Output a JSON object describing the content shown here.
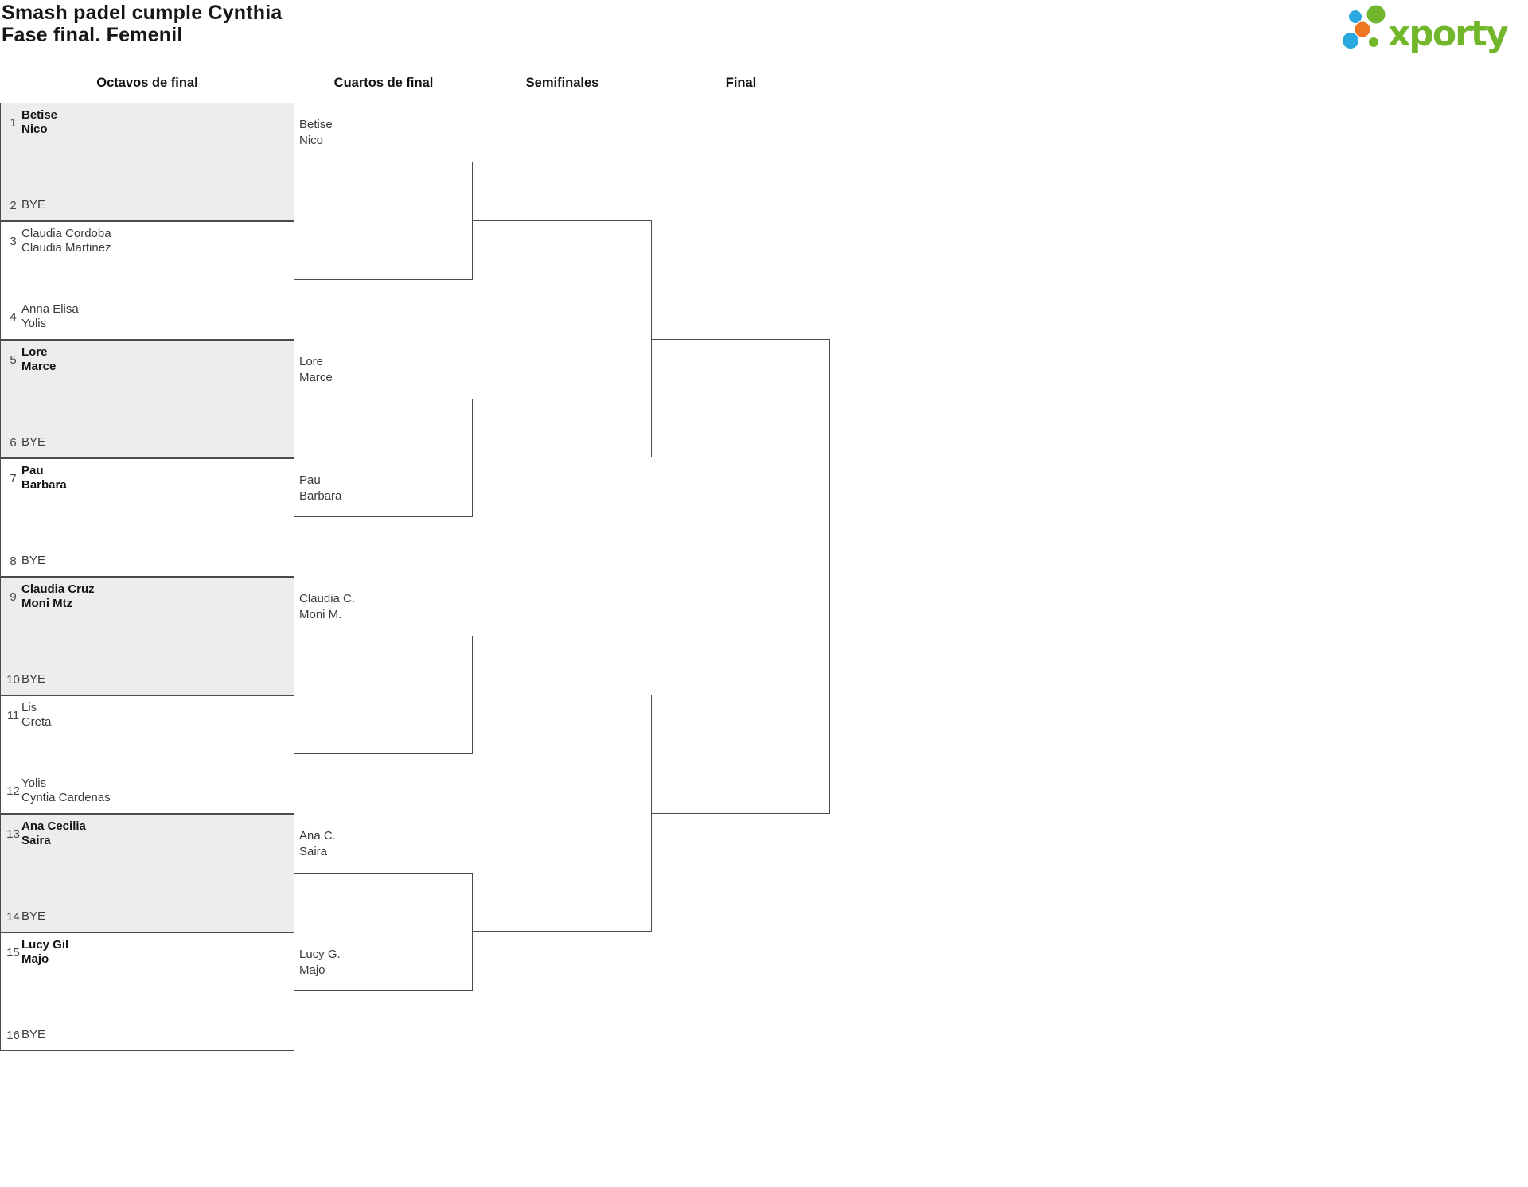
{
  "title": {
    "line1": "Smash padel cumple Cynthia",
    "line2": "Fase final. Femenil"
  },
  "logo": {
    "brand": "xporty",
    "green": "#72b62c",
    "blue": "#29a9e0",
    "orange": "#ee7623"
  },
  "columns": {
    "r16": "Octavos de final",
    "qf": "Cuartos de final",
    "sf": "Semifinales",
    "f": "Final"
  },
  "matches": [
    {
      "seed_top": "1",
      "top1": "Betise",
      "top2": "Nico",
      "seed_bot": "2",
      "bot1": "BYE",
      "bot2": ""
    },
    {
      "seed_top": "3",
      "top1": "Claudia Cordoba",
      "top2": "Claudia Martinez",
      "seed_bot": "4",
      "bot1": "Anna Elisa",
      "bot2": "Yolis"
    },
    {
      "seed_top": "5",
      "top1": "Lore",
      "top2": "Marce",
      "seed_bot": "6",
      "bot1": "BYE",
      "bot2": ""
    },
    {
      "seed_top": "7",
      "top1": "Pau",
      "top2": "Barbara",
      "seed_bot": "8",
      "bot1": "BYE",
      "bot2": ""
    },
    {
      "seed_top": "9",
      "top1": "Claudia Cruz",
      "top2": "Moni Mtz",
      "seed_bot": "10",
      "bot1": "BYE",
      "bot2": ""
    },
    {
      "seed_top": "11",
      "top1": "Lis",
      "top2": "Greta",
      "seed_bot": "12",
      "bot1": "Yolis",
      "bot2": "Cyntia Cardenas"
    },
    {
      "seed_top": "13",
      "top1": "Ana Cecilia",
      "top2": "Saira",
      "seed_bot": "14",
      "bot1": "BYE",
      "bot2": ""
    },
    {
      "seed_top": "15",
      "top1": "Lucy Gil",
      "top2": "Majo",
      "seed_bot": "16",
      "bot1": "BYE",
      "bot2": ""
    }
  ],
  "advancers": [
    {
      "l1": "Betise",
      "l2": "Nico"
    },
    {
      "l1": "Lore",
      "l2": "Marce"
    },
    {
      "l1": "Pau",
      "l2": "Barbara"
    },
    {
      "l1": "Claudia C.",
      "l2": "Moni M."
    },
    {
      "l1": "Ana C.",
      "l2": "Saira"
    },
    {
      "l1": "Lucy G.",
      "l2": "Majo"
    }
  ]
}
